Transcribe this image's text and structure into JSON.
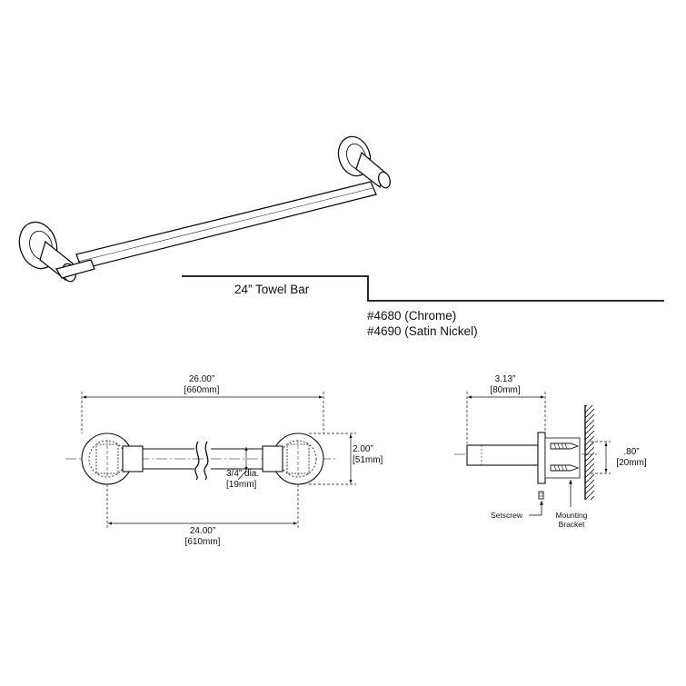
{
  "product": {
    "name": "24” Towel Bar",
    "models": [
      "#4680 (Chrome)",
      "#4690 (Satin Nickel)"
    ]
  },
  "front_view": {
    "overall_length": {
      "in": "26.00”",
      "mm": "[660mm]"
    },
    "mount_spacing": {
      "in": "24.00”",
      "mm": "[610mm]"
    },
    "bar_diameter": {
      "in": "3/4” dia.",
      "mm": "[19mm]"
    },
    "flange_diameter": {
      "in": "2.00”",
      "mm": "[51mm]"
    }
  },
  "side_view": {
    "projection": {
      "in": "3.13”",
      "mm": "[80mm]"
    },
    "bracket_depth": {
      "in": ".80”",
      "mm": "[20mm]"
    },
    "setscrew_label": "Setscrew",
    "bracket_label": [
      "Mounting",
      "Bracket"
    ]
  },
  "colors": {
    "line": "#111111",
    "hatch": "#555555"
  }
}
